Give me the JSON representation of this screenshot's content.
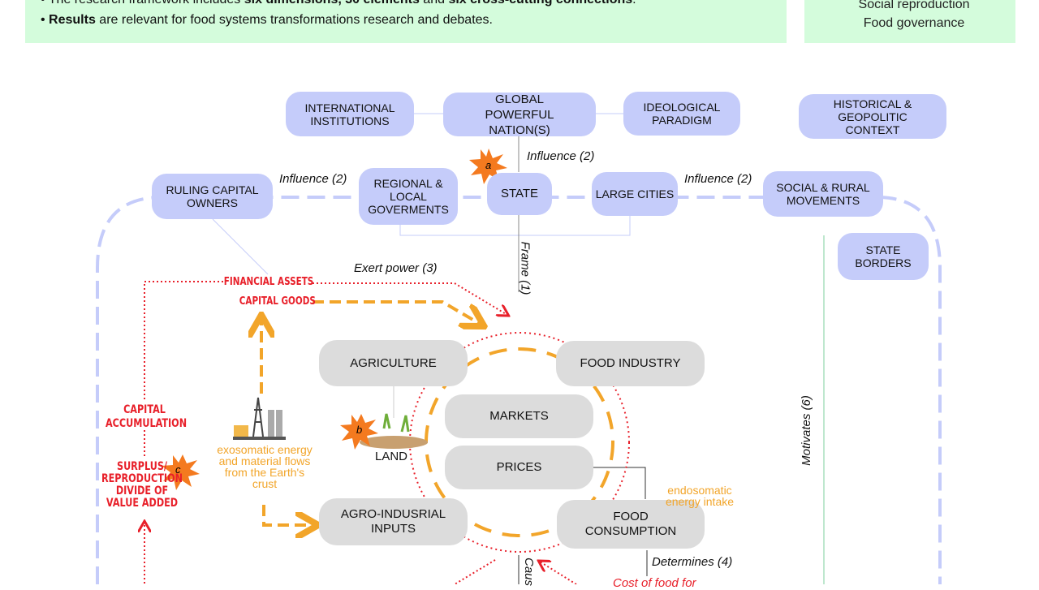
{
  "summary": {
    "bullet1_pre": "The research framework includes ",
    "bullet1_b1": "six dimensions, 30 elements",
    " bullet1_mid": "",
    "bullet1_and": " and ",
    "bullet1_b2": "six cross-cutting connections",
    "bullet1_end": ".",
    "bullet2_b": "Results",
    "bullet2_rest": " are relevant for food systems transformations research and debates."
  },
  "keywords": [
    "Social reproduction",
    "Food governance"
  ],
  "nodes": {
    "intl": "INTERNATIONAL INSTITUTIONS",
    "global": "GLOBAL POWERFUL NATION(S)",
    "ideo": "IDEOLOGICAL PARADIGM",
    "hist": "HISTORICAL & GEOPOLITIC CONTEXT",
    "ruling": "RULING CAPITAL OWNERS",
    "regional": "REGIONAL & LOCAL GOVERMENTS",
    "state": "STATE",
    "cities": "LARGE CITIES",
    "movements": "SOCIAL & RURAL MOVEMENTS",
    "borders": "STATE BORDERS",
    "agri": "AGRICULTURE",
    "industry": "FOOD INDUSTRY",
    "markets": "MARKETS",
    "prices": "PRICES",
    "inputs": "AGRO-INDUSRIAL INPUTS",
    "consumption": "FOOD CONSUMPTION",
    "land": "LAND"
  },
  "labels": {
    "infl_a": "Influence (2)",
    "infl_b": "Influence (2)",
    "infl_c": "Influence (2)",
    "frame": "Frame (1)",
    "exert": "Exert power  (3)",
    "motivates": "Motivates (6)",
    "determines": "Determines (4)",
    "causes": "Caus",
    "cost": "Cost of food for"
  },
  "red_labels": {
    "fin": "FINANCIAL ASSETS",
    "cap": "CAPITAL GOODS",
    "accum": "CAPITAL ACCUMULATION",
    "surplus": "SURPLUS/ REPRODUCTION DIVIDE OF VALUE ADDED"
  },
  "orange_labels": {
    "exo": "exosomatic energy and material flows from the Earth's crust",
    "endo": "endosomatic energy intake"
  },
  "markers": {
    "a": "a",
    "b": "b",
    "c": "c"
  },
  "colors": {
    "panel": "#d4fcdc",
    "blue_node": "#c5ccfa",
    "grey_node": "#dcdcdc",
    "red": "#e8202a",
    "orange": "#f2a52a"
  }
}
